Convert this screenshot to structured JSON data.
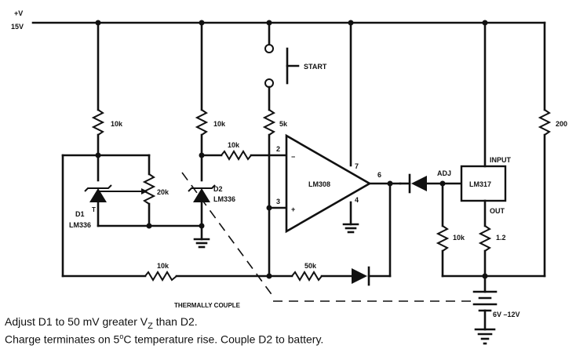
{
  "supply": {
    "plus_v": "+V",
    "voltage": "15V"
  },
  "start_switch": "START",
  "resistors": {
    "r1": "10k",
    "r2": "10k",
    "r3": "5k",
    "r_input": "10k",
    "r_pot": "20k",
    "r_bottom": "10k",
    "r_feedback": "50k",
    "r_200": "200",
    "r_adj": "10k",
    "r_out": "1.2"
  },
  "diodes": {
    "d1": "D1",
    "d1_part": "LM336",
    "d2": "D2",
    "d2_part": "LM336"
  },
  "opamp": {
    "part": "LM308",
    "pin2": "2",
    "pin3": "3",
    "pin4": "4",
    "pin6": "6",
    "pin7": "7",
    "minus": "−",
    "plus": "+"
  },
  "regulator": {
    "part": "LM317",
    "input": "INPUT",
    "out": "OUT",
    "adj": "ADJ"
  },
  "battery": "6V –12V",
  "thermal_label": "THERMALLY COUPLE",
  "notes": {
    "line1": "Adjust D1 to 50 mV greater V",
    "line1_sub": "Z",
    "line1_end": " than D2.",
    "line2_a": "Charge terminates on 5",
    "line2_sup": "o",
    "line2_b": "C temperature rise.  Couple D2 to battery."
  }
}
